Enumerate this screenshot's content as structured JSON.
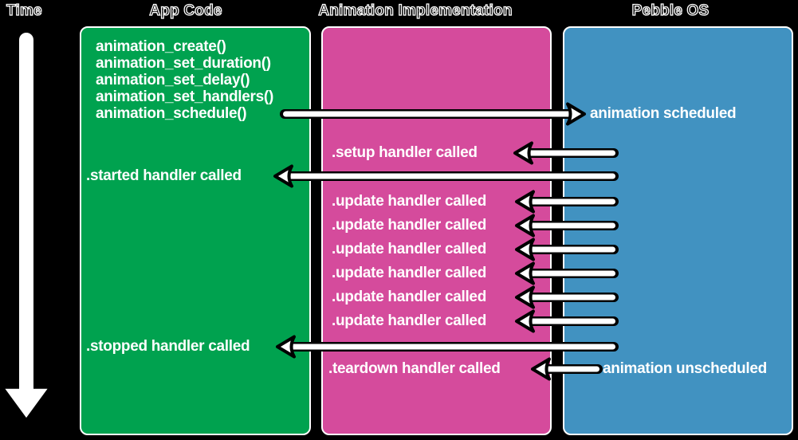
{
  "diagram": {
    "headers": {
      "time": "Time",
      "app_code": "App Code",
      "animation_implementation": "Animation Implementation",
      "pebble_os": "Pebble OS"
    },
    "app_code": {
      "calls": [
        "animation_create()",
        "animation_set_duration()",
        "animation_set_delay()",
        "animation_set_handlers()",
        "animation_schedule()"
      ],
      "started_label": ".started handler called",
      "stopped_label": ".stopped handler called"
    },
    "animation_implementation": {
      "setup_label": ".setup handler called",
      "update_labels": [
        ".update handler called",
        ".update handler called",
        ".update handler called",
        ".update handler called",
        ".update handler called",
        ".update handler called"
      ],
      "teardown_label": ".teardown handler called"
    },
    "pebble_os": {
      "scheduled_label": "animation scheduled",
      "unscheduled_label": "animation unscheduled"
    },
    "colors": {
      "background": "#000000",
      "app_code_box": "#00a24f",
      "animation_implementation_box": "#d54b9c",
      "pebble_os_box": "#4192c1",
      "label_text": "#ffffff",
      "header_text": "#000000",
      "header_outline": "#ffffff",
      "arrow_fill": "#ffffff",
      "arrow_outline": "#000000"
    }
  }
}
